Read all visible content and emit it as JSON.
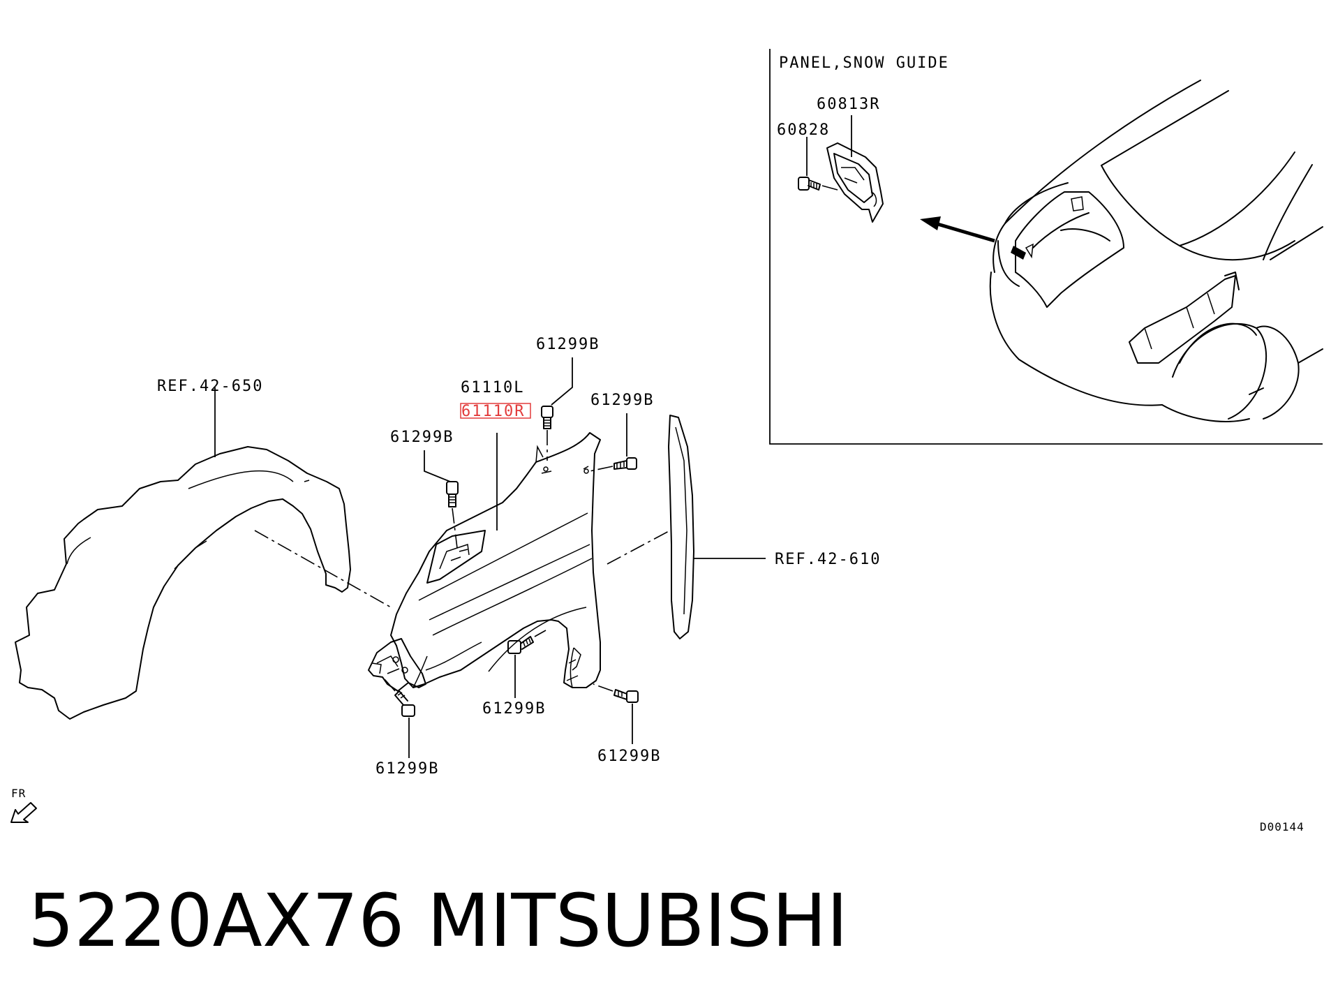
{
  "inset": {
    "title": "PANEL,SNOW GUIDE",
    "parts": [
      "60813R",
      "60828"
    ]
  },
  "labels": {
    "ref_liner": "REF.42-650",
    "ref_seal": "REF.42-610",
    "fender_left": "61110L",
    "fender_right": "61110R",
    "bolt_top": "61299B",
    "bolt_upper_right": "61299B",
    "bolt_upper_left": "61299B",
    "bolt_bottom_middle": "61299B",
    "bolt_bottom_right": "61299B",
    "bolt_bottom_left": "61299B",
    "front_indicator": "FR",
    "diagram_code": "D00144"
  },
  "footer": {
    "part_number": "5220AX76",
    "brand": "MITSUBISHI"
  },
  "colors": {
    "line": "#000000",
    "highlight": "#e23b3b",
    "background": "#ffffff"
  }
}
